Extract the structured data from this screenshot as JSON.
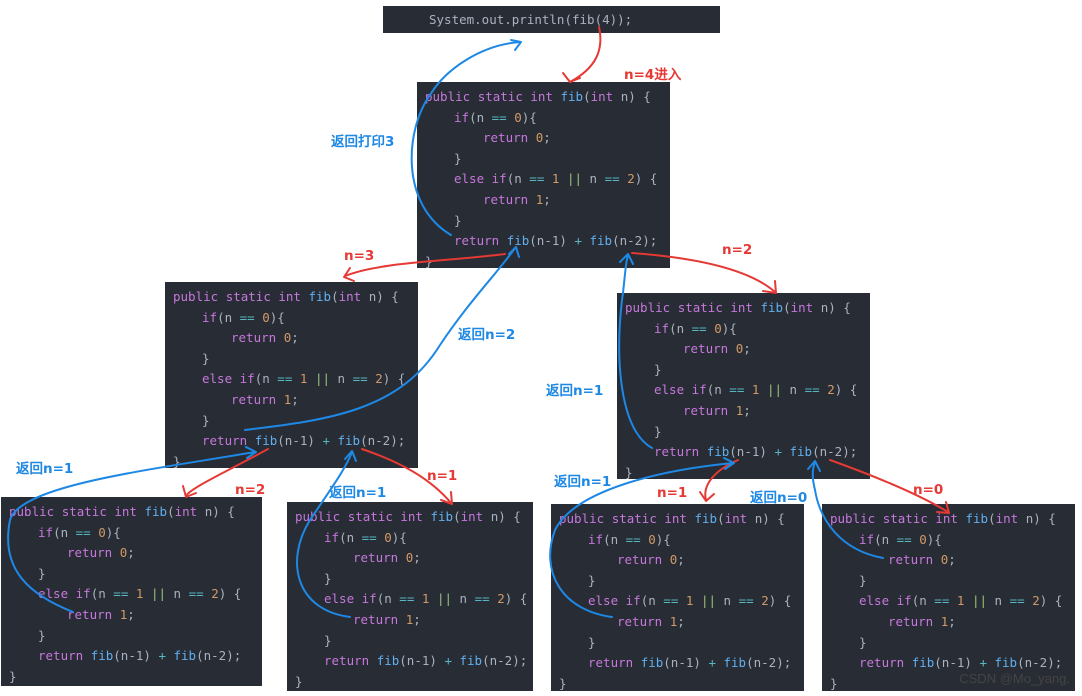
{
  "top_call": {
    "code": "System.out.println(fib(4));"
  },
  "code_tokens": {
    "kw_public": "public",
    "kw_static": "static",
    "kw_int": "int",
    "fn_name": "fib",
    "param": "n",
    "kw_if": "if",
    "kw_else": "else",
    "kw_return": "return",
    "op_eq": "==",
    "op_or": "||",
    "op_plus": "+",
    "num_0": "0",
    "num_1": "1",
    "num_2": "2",
    "arg_n_minus_1": "n-1",
    "arg_n_minus_2": "n-2",
    "paren_open": "(",
    "paren_close": ")",
    "brace_open": "{",
    "brace_close": "}",
    "semicolon": ";",
    "call_close": "){"
  },
  "annotations": {
    "enter_4": "n=4进入",
    "return_print_3": "返回打印3",
    "n_3": "n=3",
    "n_2_top": "n=2",
    "return_n_2": "返回n=2",
    "return_n_1_right": "返回n=1",
    "return_n_1_far_left": "返回n=1",
    "n_2_left": "n=2",
    "n_1_left": "n=1",
    "return_n_1_mid": "返回n=1",
    "return_n_1_midright": "返回n=1",
    "n_1_right": "n=1",
    "return_n_0": "返回n=0",
    "n_0": "n=0"
  },
  "colors": {
    "call_arrow": "#e53935",
    "return_arrow": "#1e88e5",
    "code_bg": "#282c34",
    "keyword": "#c678dd",
    "function": "#61afef",
    "number": "#d19a66",
    "operator": "#56b6c2",
    "logical_or": "#98c379"
  },
  "watermark": "CSDN @Mo_yang."
}
